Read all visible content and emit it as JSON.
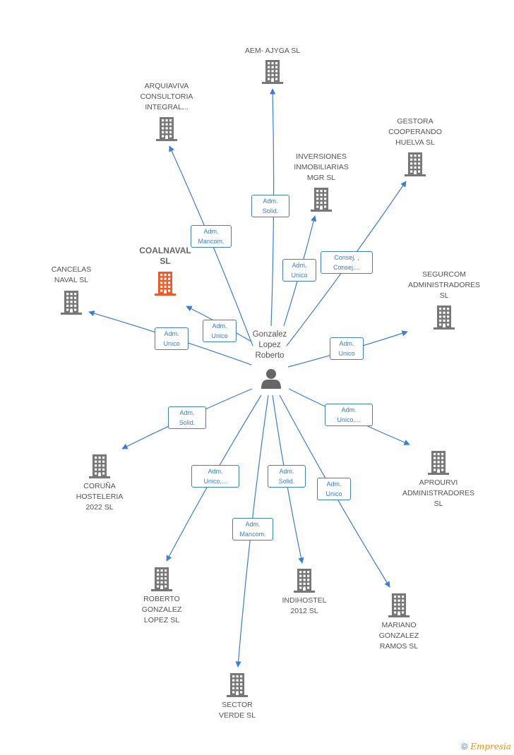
{
  "center": {
    "name_lines": [
      "Gonzalez",
      "Lopez",
      "Roberto"
    ],
    "icon": "person-icon"
  },
  "companies": [
    {
      "id": "aem",
      "lines": [
        "AEM- AJYGA SL"
      ],
      "highlight": false,
      "icon": "building-icon"
    },
    {
      "id": "arquiaviva",
      "lines": [
        "ARQUIAVIVA",
        "CONSULTORIA",
        "INTEGRAL..."
      ],
      "highlight": false,
      "icon": "building-icon"
    },
    {
      "id": "inversiones",
      "lines": [
        "INVERSIONES",
        "INMOBILIARIAS",
        "MGR  SL"
      ],
      "highlight": false,
      "icon": "building-icon"
    },
    {
      "id": "gestora",
      "lines": [
        "GESTORA",
        "COOPERANDO",
        "HUELVA  SL"
      ],
      "highlight": false,
      "icon": "building-icon"
    },
    {
      "id": "coalnaval",
      "lines": [
        "COALNAVAL",
        "SL"
      ],
      "highlight": true,
      "icon": "building-icon"
    },
    {
      "id": "cancelas",
      "lines": [
        "CANCELAS",
        "NAVAL SL"
      ],
      "highlight": false,
      "icon": "building-icon"
    },
    {
      "id": "segurcom",
      "lines": [
        "SEGURCOM",
        "ADMINISTRADORES",
        "SL"
      ],
      "highlight": false,
      "icon": "building-icon"
    },
    {
      "id": "coruna",
      "lines": [
        "CORUÑA",
        "HOSTELERIA",
        "2022  SL"
      ],
      "highlight": false,
      "icon": "building-icon"
    },
    {
      "id": "aprourvi",
      "lines": [
        "APROURVI",
        "ADMINISTRADORES",
        "SL"
      ],
      "highlight": false,
      "icon": "building-icon"
    },
    {
      "id": "roberto",
      "lines": [
        "ROBERTO",
        "GONZALEZ",
        "LOPEZ  SL"
      ],
      "highlight": false,
      "icon": "building-icon"
    },
    {
      "id": "indihostel",
      "lines": [
        "INDIHOSTEL",
        "2012 SL"
      ],
      "highlight": false,
      "icon": "building-icon"
    },
    {
      "id": "mariano",
      "lines": [
        "MARIANO",
        "GONZALEZ",
        "RAMOS  SL"
      ],
      "highlight": false,
      "icon": "building-icon"
    },
    {
      "id": "sector",
      "lines": [
        "SECTOR",
        "VERDE  SL"
      ],
      "highlight": false,
      "icon": "building-icon"
    }
  ],
  "edges": [
    {
      "to": "aem",
      "lines": [
        "Adm.",
        "Solid."
      ]
    },
    {
      "to": "arquiaviva",
      "lines": [
        "Adm.",
        "Mancom."
      ]
    },
    {
      "to": "inversiones",
      "lines": [
        "Adm.",
        "Unico"
      ]
    },
    {
      "to": "gestora",
      "lines": [
        "Consej. ,",
        "Consej...."
      ]
    },
    {
      "to": "coalnaval",
      "lines": [
        "Adm.",
        "Unico"
      ]
    },
    {
      "to": "cancelas",
      "lines": [
        "Adm.",
        "Unico"
      ]
    },
    {
      "to": "segurcom",
      "lines": [
        "Adm.",
        "Unico"
      ]
    },
    {
      "to": "coruna",
      "lines": [
        "Adm.",
        "Solid."
      ]
    },
    {
      "to": "aprourvi",
      "lines": [
        "Adm.",
        "Unico,..."
      ]
    },
    {
      "to": "roberto",
      "lines": [
        "Adm.",
        "Unico,..."
      ]
    },
    {
      "to": "indihostel",
      "lines": [
        "Adm.",
        "Solid."
      ]
    },
    {
      "to": "mariano",
      "lines": [
        "Adm.",
        "Unico"
      ]
    },
    {
      "to": "sector",
      "lines": [
        "Adm.",
        "Mancom."
      ]
    }
  ],
  "colors": {
    "edge": "#3b7dd8",
    "building": "#777777",
    "highlight": "#f05a28",
    "person": "#666666"
  },
  "brand": {
    "copyright": "©",
    "name": "Empresia"
  }
}
